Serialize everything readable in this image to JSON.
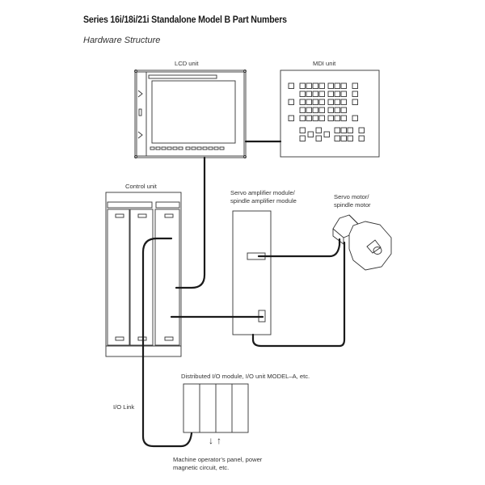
{
  "header": {
    "title": "Series 16i/18i/21i Standalone Model B Part Numbers",
    "subtitle": "Hardware Structure"
  },
  "components": {
    "lcd_unit": {
      "label": "LCD unit"
    },
    "mdi_unit": {
      "label": "MDI unit"
    },
    "control_unit": {
      "label": "Control unit"
    },
    "servo_amplifier": {
      "label_line1": "Servo amplifier module/",
      "label_line2": "spindle amplifier module"
    },
    "servo_motor": {
      "label_line1": "Servo motor/",
      "label_line2": "spindle motor"
    },
    "distributed_io": {
      "label": "Distributed I/O module, I/O unit MODEL–A, etc."
    },
    "io_link": {
      "label": "I/O Link"
    },
    "machine_panel": {
      "label_line1": "Machine operator’s panel, power",
      "label_line2": "magnetic circuit, etc."
    }
  },
  "arrows": {
    "down": "↓",
    "up": "↑"
  },
  "colors": {
    "line": "#333333",
    "cable": "#1a1a1a",
    "background": "#ffffff"
  }
}
